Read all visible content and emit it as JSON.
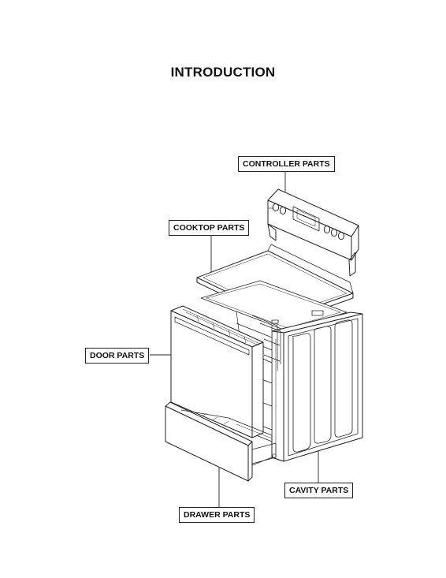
{
  "title": "INTRODUCTION",
  "labels": {
    "controller": "CONTROLLER PARTS",
    "cooktop": "COOKTOP PARTS",
    "door": "DOOR PARTS",
    "cavity": "CAVITY PARTS",
    "drawer": "DRAWER PARTS"
  }
}
